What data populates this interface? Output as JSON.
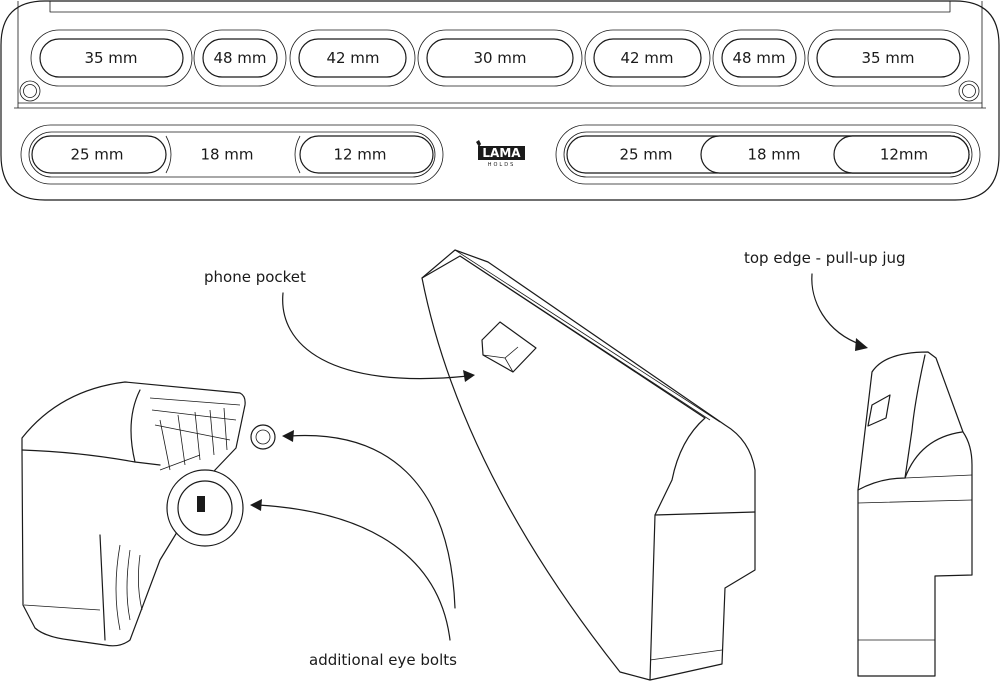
{
  "top_row_slots": [
    "35 mm",
    "48 mm",
    "42 mm",
    "30 mm",
    "42 mm",
    "48 mm",
    "35 mm"
  ],
  "left_rail_slots": [
    "25 mm",
    "18 mm",
    "12 mm"
  ],
  "right_rail_slots": [
    "25 mm",
    "18 mm",
    "12mm"
  ],
  "logo": {
    "text": "LAMA",
    "subtext": "HOLDS"
  },
  "annotations": {
    "phone_pocket": "phone pocket",
    "top_edge": "top edge - pull-up jug",
    "eye_bolts": "additional eye bolts"
  },
  "colors": {
    "ink": "#1a1a1a",
    "paper": "#ffffff"
  }
}
